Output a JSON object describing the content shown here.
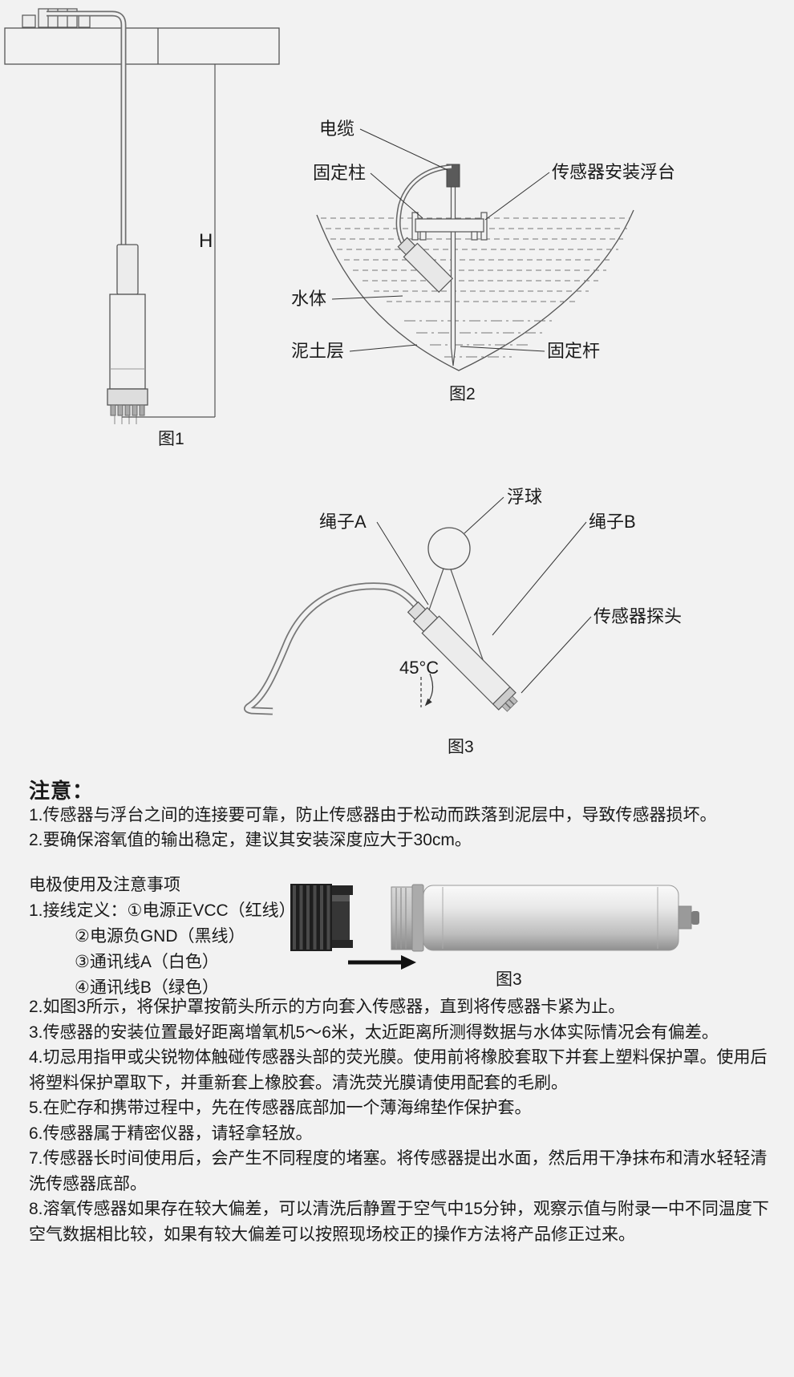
{
  "figure1": {
    "caption": "图1",
    "height_label": "H"
  },
  "figure2": {
    "caption": "图2",
    "label_cable": "电缆",
    "label_fixing_post": "固定柱",
    "label_platform": "传感器安装浮台",
    "label_water": "水体",
    "label_mud": "泥土层",
    "label_rod": "固定杆"
  },
  "figure3": {
    "caption": "图3",
    "label_float": "浮球",
    "label_rope_a": "绳子A",
    "label_rope_b": "绳子B",
    "label_probe": "传感器探头",
    "label_angle": "45°C"
  },
  "notice": {
    "title": "注意：",
    "items": [
      "1.传感器与浮台之间的连接要可靠，防止传感器由于松动而跌落到泥层中，导致传感器损坏。",
      "2.要确保溶氧值的输出稳定，建议其安装深度应大于30cm。"
    ]
  },
  "usage": {
    "title": "电极使用及注意事项",
    "wiring_intro": "1.接线定义：①电源正VCC（红线）",
    "wiring_items": [
      "②电源负GND（黑线）",
      "③通讯线A（白色）",
      "④通讯线B（绿色）"
    ],
    "photo_caption": "图3",
    "items": [
      "2.如图3所示，将保护罩按箭头所示的方向套入传感器，直到将传感器卡紧为止。",
      "3.传感器的安装位置最好距离增氧机5～6米，太近距离所测得数据与水体实际情况会有偏差。",
      "4.切忌用指甲或尖锐物体触碰传感器头部的荧光膜。使用前将橡胶套取下并套上塑料保护罩。使用后将塑料保护罩取下，并重新套上橡胶套。清洗荧光膜请使用配套的毛刷。",
      "5.在贮存和携带过程中，先在传感器底部加一个薄海绵垫作保护套。",
      "6.传感器属于精密仪器，请轻拿轻放。",
      "7.传感器长时间使用后，会产生不同程度的堵塞。将传感器提出水面，然后用干净抹布和清水轻轻清洗传感器底部。",
      "8.溶氧传感器如果存在较大偏差，可以清洗后静置于空气中15分钟，观察示值与附录一中不同温度下空气数据相比较，如果有较大偏差可以按照现场校正的操作方法将产品修正过来。"
    ]
  }
}
